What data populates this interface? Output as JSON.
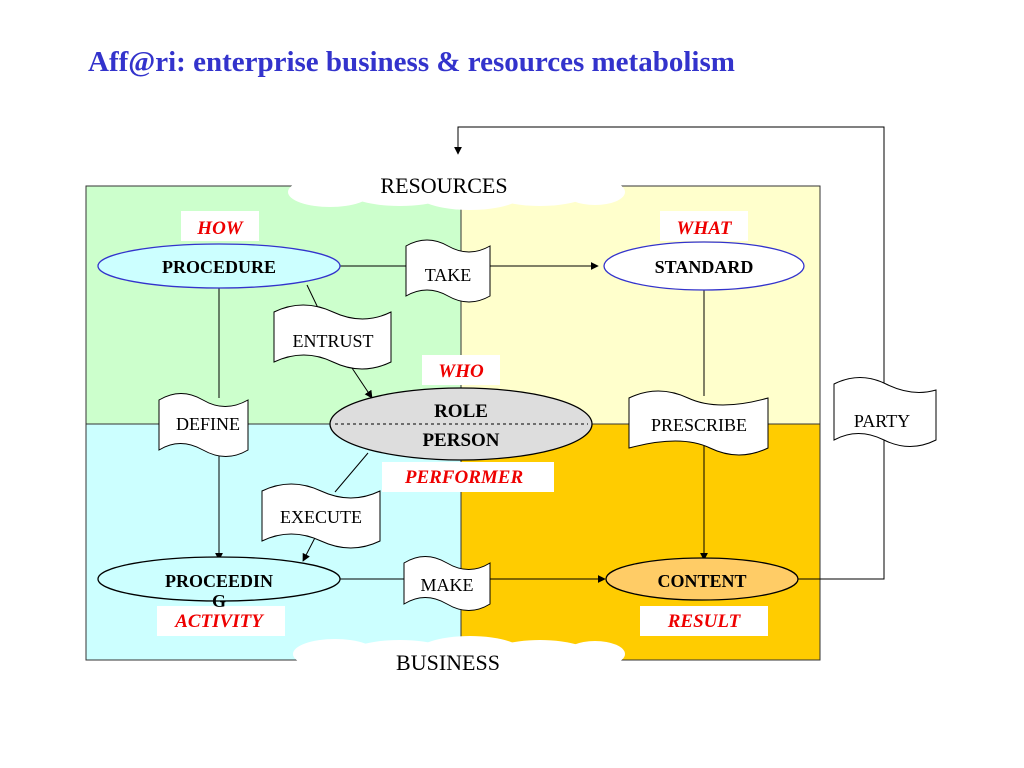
{
  "title": "Aff@ri: enterprise business & resources metabolism",
  "colors": {
    "title": "#3333cc",
    "quad_top_left": "#ccffcc",
    "quad_top_right": "#ffffcc",
    "quad_bottom_left": "#ccffff",
    "quad_bottom_right": "#ffcc00",
    "red_label": "#ee0000",
    "ellipse_border": "#3333cc",
    "role_fill": "#dddddd",
    "content_fill": "#ffcc66"
  },
  "clouds": {
    "top": "RESOURCES",
    "bottom": "BUSINESS"
  },
  "tags": {
    "how": "HOW",
    "what": "WHAT",
    "who": "WHO",
    "performer": "PERFORMER",
    "activity": "ACTIVITY",
    "result": "RESULT"
  },
  "nodes": {
    "procedure": "PROCEDURE",
    "standard": "STANDARD",
    "role_line1": "ROLE",
    "role_line2": "PERSON",
    "proceeding_line1": "PROCEEDIN",
    "proceeding_line2": "G",
    "content": "CONTENT"
  },
  "relations": {
    "take": "TAKE",
    "entrust": "ENTRUST",
    "define": "DEFINE",
    "prescribe": "PRESCRIBE",
    "execute": "EXECUTE",
    "make": "MAKE",
    "party": "PARTY"
  }
}
